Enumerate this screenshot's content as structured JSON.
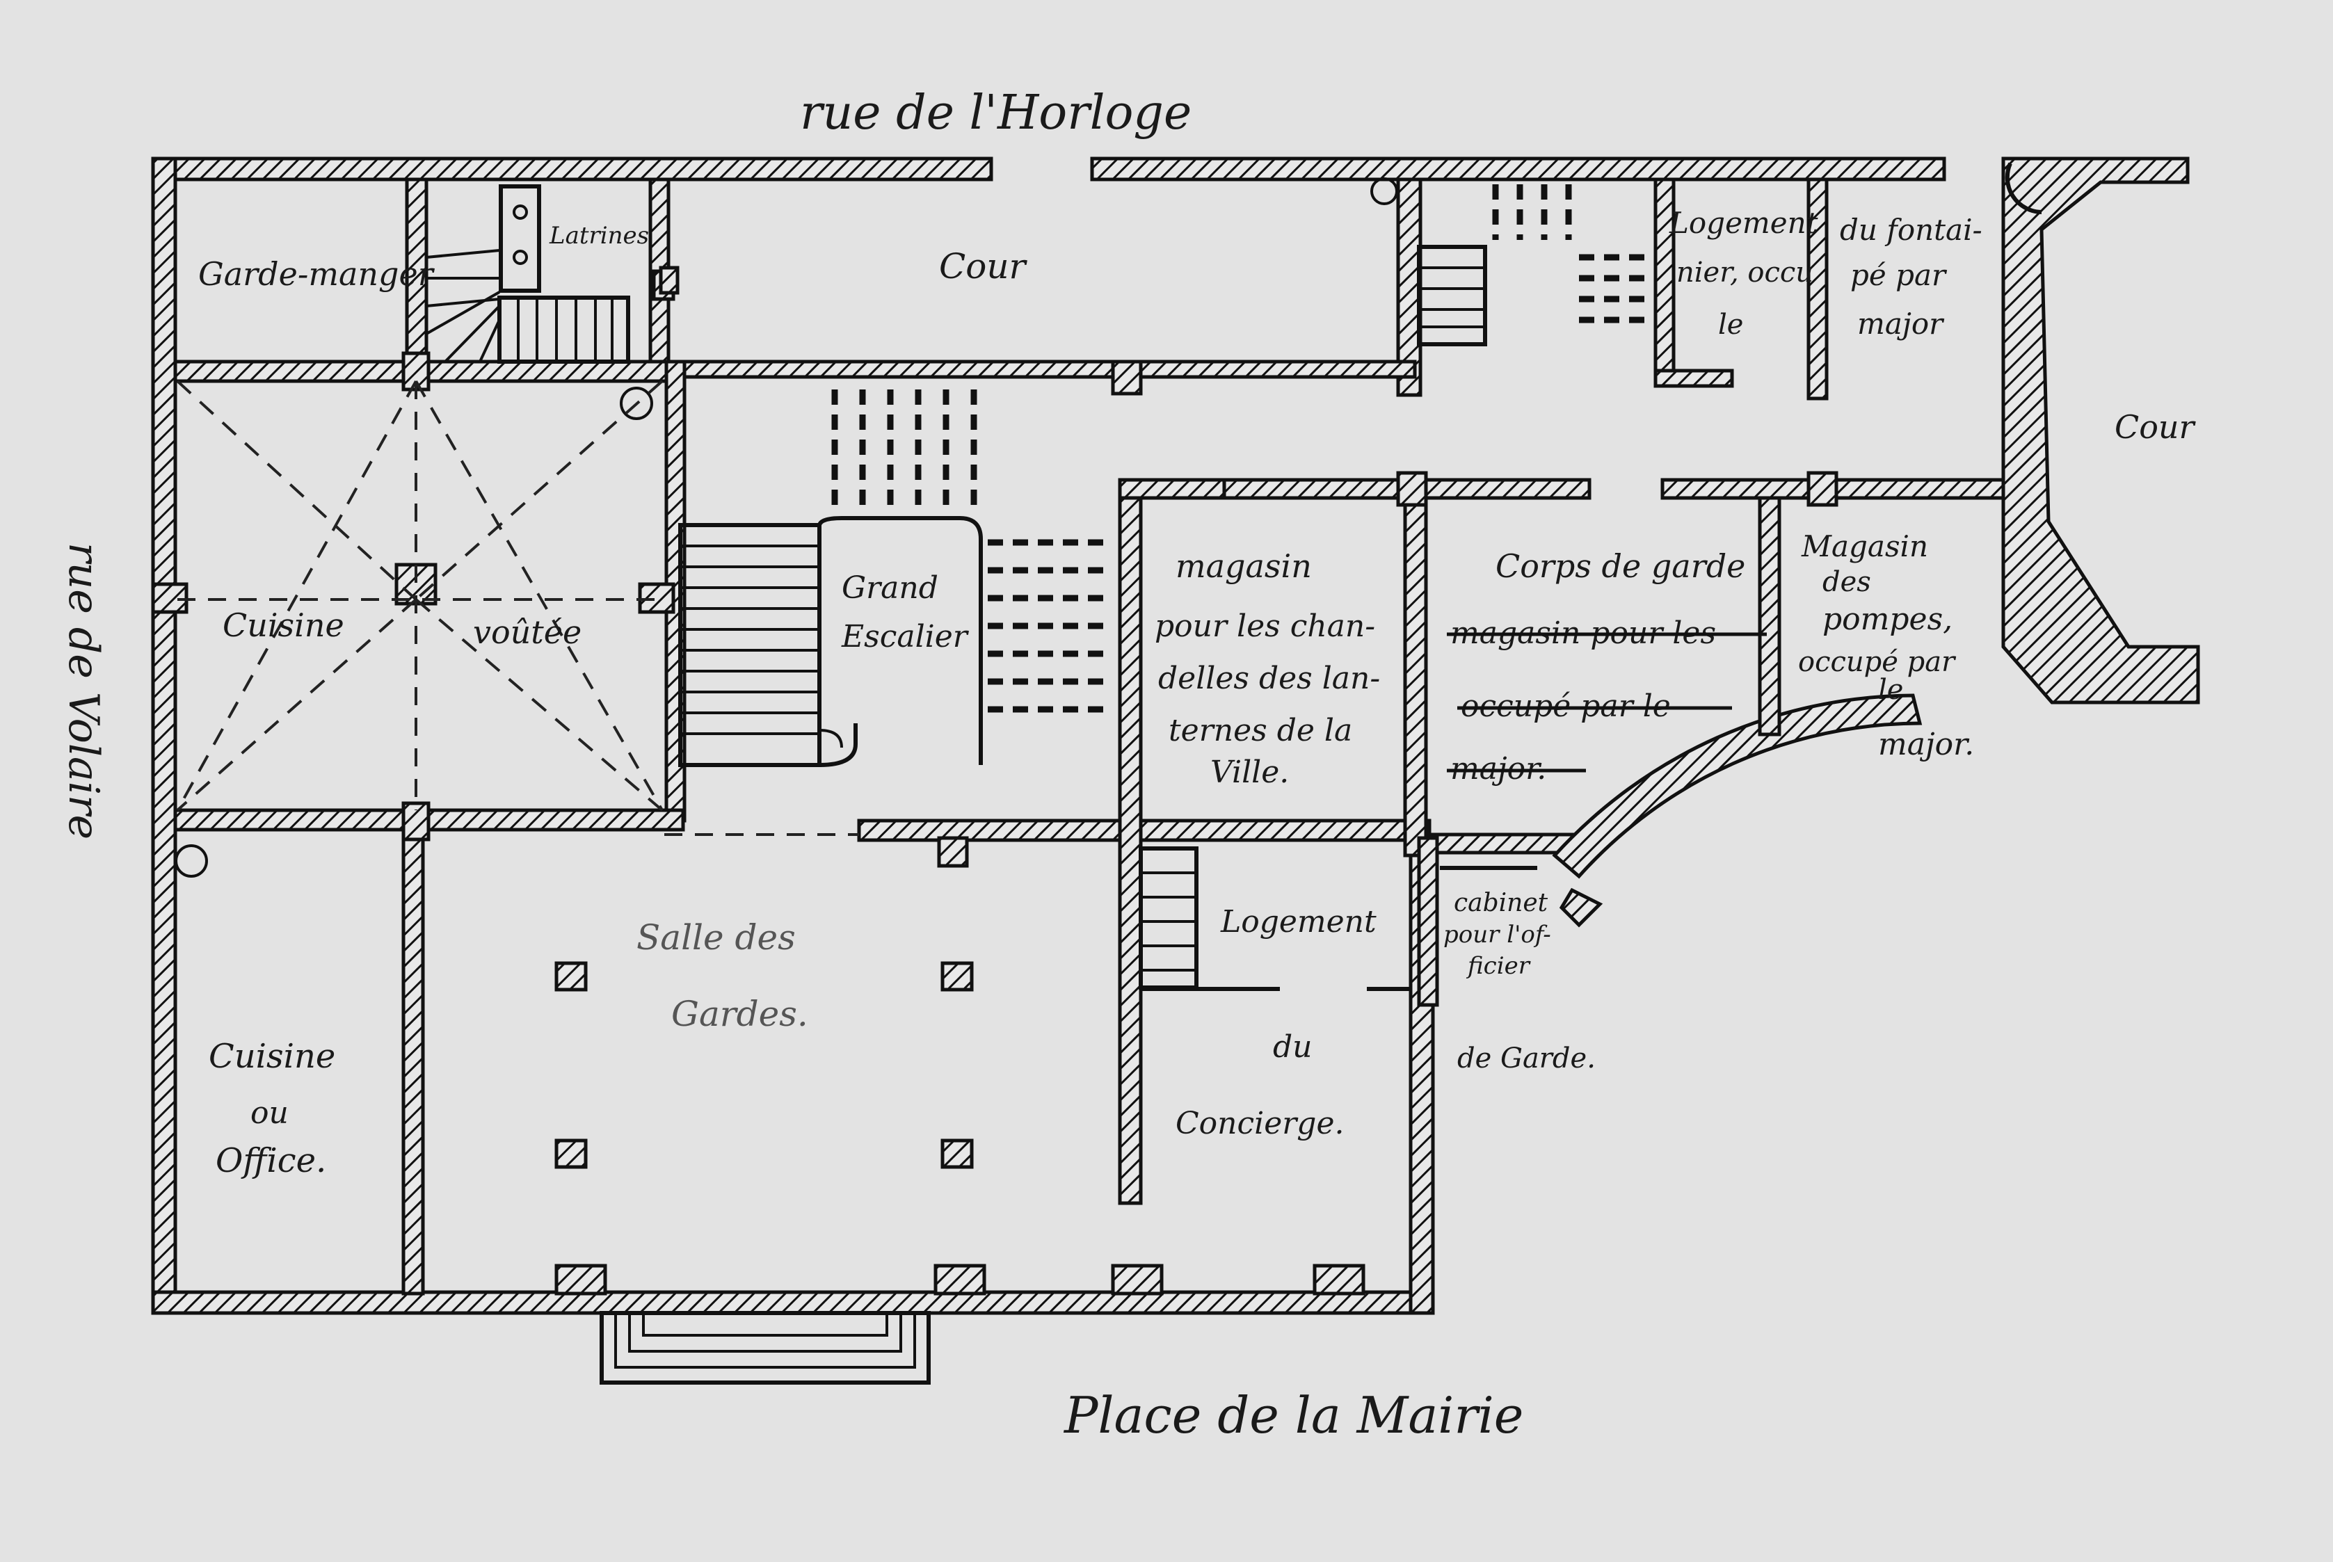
{
  "streets": {
    "north": "rue de l'Horloge",
    "west": "rue de Volaire",
    "south": "Place de la Mairie"
  },
  "rooms": {
    "garde_manger": "Garde-manger",
    "latrines": "Latrines",
    "cour_north": "Cour",
    "cour_east": "Cour",
    "cuisine_voutee_1": "Cuisine",
    "cuisine_voutee_2": "voûtée",
    "grand_escalier_1": "Grand",
    "grand_escalier_2": "Escalier",
    "magasin_chandelles": [
      "magasin",
      "pour les chan-",
      "delles des lan-",
      "ternes de la",
      "Ville."
    ],
    "corps_de_garde": "Corps de garde",
    "corps_struck": [
      "magasin pour les",
      "occupé par le",
      "major."
    ],
    "magasin_pompes": [
      "Magasin",
      "des",
      "pompes,",
      "occupé par",
      "le",
      "major."
    ],
    "logement_fontainier": [
      "Logement",
      "nier, occu",
      "le"
    ],
    "logement_fontainier_2": [
      "du fontai-",
      "pé par",
      "major"
    ],
    "logement_concierge": [
      "Logement",
      "du",
      "Concierge."
    ],
    "cabinet": [
      "cabinet",
      "pour l'of-",
      "ficier",
      "de Garde."
    ],
    "salle_des_gardes_1": "Salle des",
    "salle_des_gardes_2": "Gardes.",
    "cuisine_office": [
      "Cuisine",
      "ou",
      "Office."
    ]
  },
  "colors": {
    "ink": "#111111",
    "paper": "#e3e3e3"
  }
}
